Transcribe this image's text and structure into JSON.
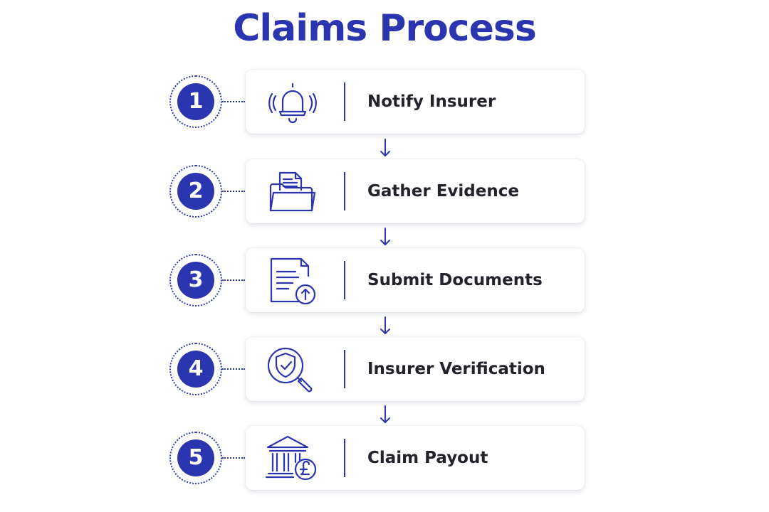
{
  "title": "Claims Process",
  "colors": {
    "accent": "#2b35b0",
    "text": "#22232b",
    "card_background": "#ffffff"
  },
  "steps": [
    {
      "number": "1",
      "label": "Notify Insurer",
      "icon": "bell-icon"
    },
    {
      "number": "2",
      "label": "Gather Evidence",
      "icon": "folder-icon"
    },
    {
      "number": "3",
      "label": "Submit Documents",
      "icon": "document-upload-icon"
    },
    {
      "number": "4",
      "label": "Insurer Verification",
      "icon": "shield-search-icon"
    },
    {
      "number": "5",
      "label": "Claim Payout",
      "icon": "bank-pound-icon"
    }
  ]
}
